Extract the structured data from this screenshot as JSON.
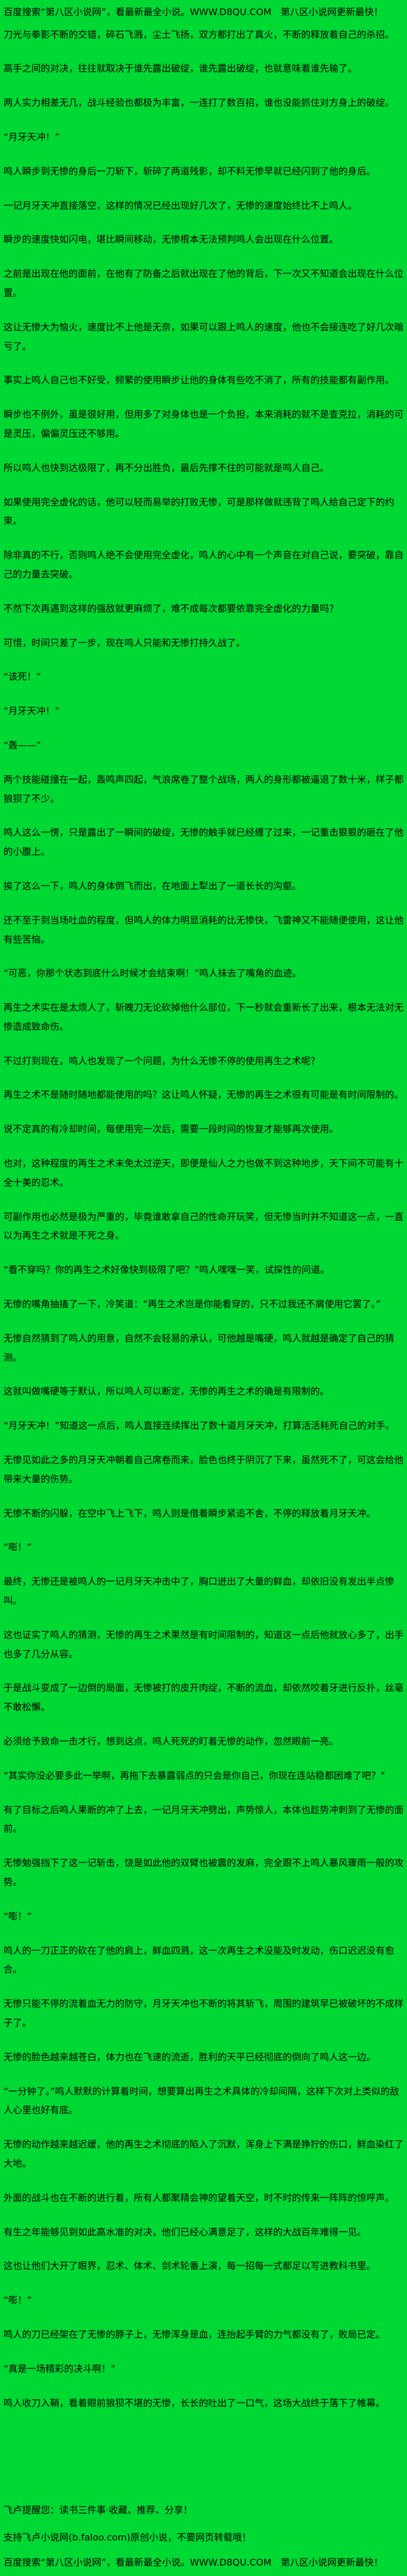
{
  "page": {
    "bg_color": "#00D833",
    "text_color": "#000000"
  },
  "header": {
    "promo": "百度搜索“第八区小说网”，看最新最全小说。WWW.D8QU.COM　第八区小说网更新最快！"
  },
  "content": {
    "paragraphs": [
      "刀光与拳影不断的交错，碎石飞溅，尘土飞扬，双方都打出了真火，不断的释放着自己的杀招。",
      "高手之间的对决，往往就取决于谁先露出破绽，谁先露出破绽，也就意味着谁先输了。",
      "两人实力相差无几，战斗经验也都极为丰富，一连打了数百招，谁也没能抓住对方身上的破绽。",
      "“月牙天冲！”",
      "鸣人瞬步到无惨的身后一刀斩下，斩碎了两道残影，却不料无惨早就已经闪到了他的身后。",
      "一记月牙天冲直接落空，这样的情况已经出现好几次了，无惨的速度始终比不上鸣人。",
      "瞬步的速度快如闪电，堪比瞬间移动，无惨根本无法预判鸣人会出现在什么位置。",
      "之前是出现在他的面前，在他有了防备之后就出现在了他的背后，下一次又不知道会出现在什么位置。",
      "这让无惨大为恼火，速度比不上他是无奈，如果可以跟上鸣人的速度，他也不会接连吃了好几次暗亏了。",
      "事实上鸣人自己也不好受，频繁的使用瞬步让他的身体有些吃不消了，所有的技能都有副作用。",
      "瞬步也不例外，虽是很好用，但用多了对身体也是一个负担，本来消耗的就不是查克拉，消耗的可是灵压，偏偏灵压还不够用。",
      "所以鸣人也快到达极限了，再不分出胜负，最后先撑不住的可能就是鸣人自己。",
      "如果使用完全虚化的话，他可以轻而易举的打败无惨，可是那样做就违背了鸣人给自己定下的约束。",
      "除非真的不行，否则鸣人绝不会使用完全虚化，鸣人的心中有一个声音在对自己说，要突破，靠自己的力量去突破。",
      "不然下次再遇到这样的强敌就更麻烦了，难不成每次都要依靠完全虚化的力量吗？",
      "可惜，时间只差了一步，现在鸣人只能和无惨打持久战了。",
      "“该死！”",
      "“月牙天冲！”",
      "“轰——”",
      "两个技能碰撞在一起，轰鸣声四起，气浪席卷了整个战场，两人的身形都被逼退了数十米，样子都狼狈了不少。",
      "鸣人这么一愣，只是露出了一瞬间的破绽，无惨的触手就已经缠了过来，一记重击狠狠的砸在了他的小腹上。",
      "挨了这么一下，鸣人的身体倒飞而出，在地面上犁出了一道长长的沟壑。",
      "还不至于到当场吐血的程度，但鸣人的体力明显消耗的比无惨快，飞雷神又不能随便使用，这让他有些苦恼。",
      "“可恶，你那个状态到底什么时候才会结束啊！”鸣人抹去了嘴角的血迹。",
      "再生之术实在是太烦人了，斩魄刀无论砍掉他什么部位，下一秒就会重新长了出来，根本无法对无惨造成致命伤。",
      "不过打到现在，鸣人也发现了一个问题，为什么无惨不停的使用再生之术呢？",
      "再生之术不是随时随地都能使用的吗？这让鸣人怀疑，无惨的再生之术很有可能是有时间限制的。",
      "说不定真的有冷却时间，每使用完一次后，需要一段时间的恢复才能够再次使用。",
      "也对，这种程度的再生之术未免太过逆天，即便是仙人之力也做不到这种地步，天下间不可能有十全十美的忍术。",
      "可副作用也必然是极为严重的，毕竟谁敢拿自己的性命开玩笑，但无惨当时并不知道这一点，一直以为再生之术就是不死之身。",
      "“看不穿吗？你的再生之术好像快到极限了吧？”鸣人嘿嘿一笑，试探性的问道。",
      "无惨的嘴角抽搐了一下，冷笑道：“再生之术岂是你能看穿的，只不过我还不屑使用它罢了。”",
      "无惨自然猜到了鸣人的用意，自然不会轻易的承认，可他越是嘴硬，鸣人就越是确定了自己的猜测。",
      "这就叫做嘴硬等于默认，所以鸣人可以断定，无惨的再生之术的确是有限制的。",
      "“月牙天冲！”知道这一点后，鸣人直接连续挥出了数十道月牙天冲，打算活活耗死自己的对手。",
      "无惨见如此之多的月牙天冲朝着自己席卷而来，脸色也终于阴沉了下来，虽然死不了，可这会给他带来大量的伤势。",
      "无惨不断的闪躲，在空中飞上飞下，鸣人则是借着瞬步紧追不舍，不停的释放着月牙天冲。",
      "“嘭！”",
      "最终，无惨还是被鸣人的一记月牙天冲击中了，胸口迸出了大量的鲜血，却依旧没有发出半点惨叫。",
      "这也证实了鸣人的猜测，无惨的再生之术果然是有时间限制的，知道这一点后他就放心多了，出手也多了几分从容。",
      "于是战斗变成了一边倒的局面，无惨被打的皮开肉绽，不断的流血，却依然咬着牙进行反扑，丝毫不敢松懈。",
      "必须给予致命一击才行，想到这点，鸣人死死的盯着无惨的动作，忽然眼前一亮。",
      "“其实你没必要多此一举啊，再拖下去暴露弱点的只会是你自己，你现在连站稳都困难了吧？”",
      "有了目标之后鸣人果断的冲了上去，一记月牙天冲劈出，声势惊人，本体也趁势冲刺到了无惨的面前。",
      "无惨勉强挡下了这一记斩击，饶是如此他的双臂也被震的发麻，完全跟不上鸣人暴风骤雨一般的攻势。",
      "“嘭！”",
      "鸣人的一刀正正的砍在了他的肩上，鲜血四溅，这一次再生之术没能及时发动，伤口迟迟没有愈合。",
      "无惨只能不停的流着血无力的防守，月牙天冲也不断的将其斩飞，周围的建筑早已被破坏的不成样子了。",
      "无惨的脸色越来越苍白，体力也在飞速的流逝，胜利的天平已经彻底的倒向了鸣人这一边。",
      "“一分钟了。”鸣人默默的计算着时间，想要算出再生之术具体的冷却间隔，这样下次对上类似的敌人心里也好有底。",
      "无惨的动作越来越迟缓，他的再生之术彻底的陷入了沉默，浑身上下满是狰狞的伤口，鲜血染红了大地。",
      "外面的战斗也在不断的进行着，所有人都聚精会神的望着天空，时不时的传来一阵阵的惊呼声。",
      "有生之年能够见到如此高水准的对决，他们已经心满意足了，这样的大战百年难得一见。",
      "这也让他们大开了眼界，忍术、体术、剑术轮番上演，每一招每一式都足以写进教科书里。",
      "“嘭！”",
      "鸣人的刀已经架在了无惨的脖子上，无惨浑身是血，连抬起手臂的力气都没有了，败局已定。",
      "“真是一场精彩的决斗啊！”",
      "鸣人收刀入鞘，看着眼前狼狈不堪的无惨，长长的吐出了一口气，这场大战终于落下了帷幕。"
    ]
  },
  "footer": {
    "reminder": "飞卢提醒您：读书三件事·收藏、推荐、分享！",
    "support": "支持飞卢小说网(b.faloo.com)原创小说，不要网页转载哦！",
    "promo": "百度搜索“第八区小说网”，看最新最全小说。WWW.D8QU.COM　第八区小说网更新最快！"
  }
}
